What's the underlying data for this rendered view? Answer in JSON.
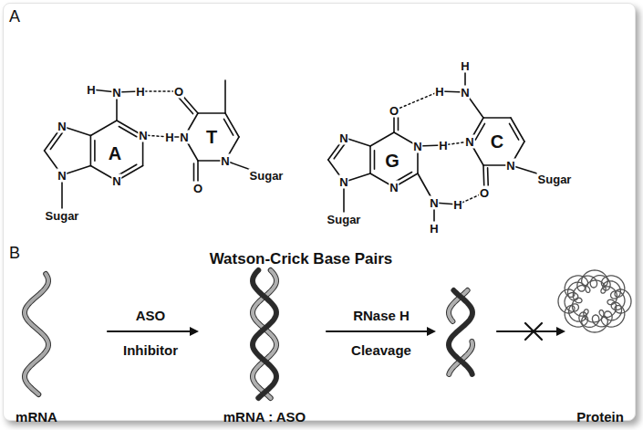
{
  "diagram": {
    "labels": [
      "A",
      "H",
      "N",
      "H",
      "O",
      "N",
      "A",
      "N",
      "H",
      "N",
      "T",
      "N",
      "Sugar",
      "N",
      "N",
      "O",
      "Sugar",
      "H",
      "O",
      "H",
      "N",
      "C",
      "N",
      "G",
      "N",
      "H",
      "N",
      "N",
      "Sugar",
      "N",
      "N",
      "O",
      "N",
      "H",
      "H",
      "Sugar",
      "Watson-Crick Base Pairs",
      "B",
      "ASO",
      "Inhibitor",
      "RNase H",
      "Cleavage",
      "mRNA",
      "mRNA : ASO",
      "Protein"
    ]
  }
}
